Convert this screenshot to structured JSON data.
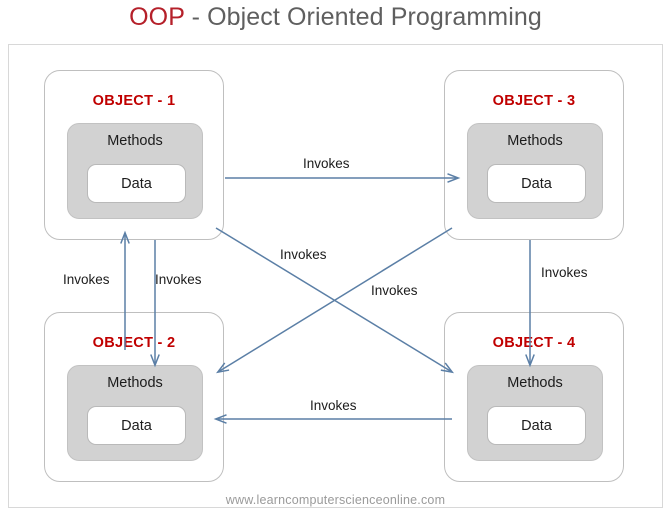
{
  "title": {
    "acronym": "OOP",
    "rest": " - Object Oriented Programming"
  },
  "objects": [
    {
      "id": "object-1",
      "label": "OBJECT - 1",
      "methods_label": "Methods",
      "data_label": "Data"
    },
    {
      "id": "object-3",
      "label": "OBJECT - 3",
      "methods_label": "Methods",
      "data_label": "Data"
    },
    {
      "id": "object-2",
      "label": "OBJECT - 2",
      "methods_label": "Methods",
      "data_label": "Data"
    },
    {
      "id": "object-4",
      "label": "OBJECT - 4",
      "methods_label": "Methods",
      "data_label": "Data"
    }
  ],
  "arrows": [
    {
      "id": "object1-to-object3",
      "label": "Invokes",
      "from": "OBJECT - 1",
      "to": "OBJECT - 3",
      "direction": "right"
    },
    {
      "id": "object2-to-object1",
      "label": "Invokes",
      "from": "OBJECT - 2",
      "to": "OBJECT - 1",
      "direction": "up"
    },
    {
      "id": "object1-to-object2",
      "label": "Invokes",
      "from": "OBJECT - 1",
      "to": "OBJECT - 2",
      "direction": "down"
    },
    {
      "id": "object3-to-object2",
      "label": "Invokes",
      "from": "OBJECT - 3",
      "to": "OBJECT - 2",
      "direction": "diagonal-down-left"
    },
    {
      "id": "object1-to-object4",
      "label": "Invokes",
      "from": "OBJECT - 1",
      "to": "OBJECT - 4",
      "direction": "diagonal-down-right"
    },
    {
      "id": "object3-to-object4",
      "label": "Invokes",
      "from": "OBJECT - 3",
      "to": "OBJECT - 4",
      "direction": "down"
    },
    {
      "id": "object4-to-object2",
      "label": "Invokes",
      "from": "OBJECT - 4",
      "to": "OBJECT - 2",
      "direction": "left"
    }
  ],
  "footer": {
    "url": "www.learncomputerscienceonline.com"
  },
  "colors": {
    "accent_red": "#c00000",
    "title_red": "#b5202a",
    "title_gray": "#5f5f5f",
    "arrow_blue": "#5b7fa6",
    "methods_gray": "#d2d2d2",
    "frame_gray": "#d8d8d8",
    "footer_gray": "#9a9a9a"
  }
}
